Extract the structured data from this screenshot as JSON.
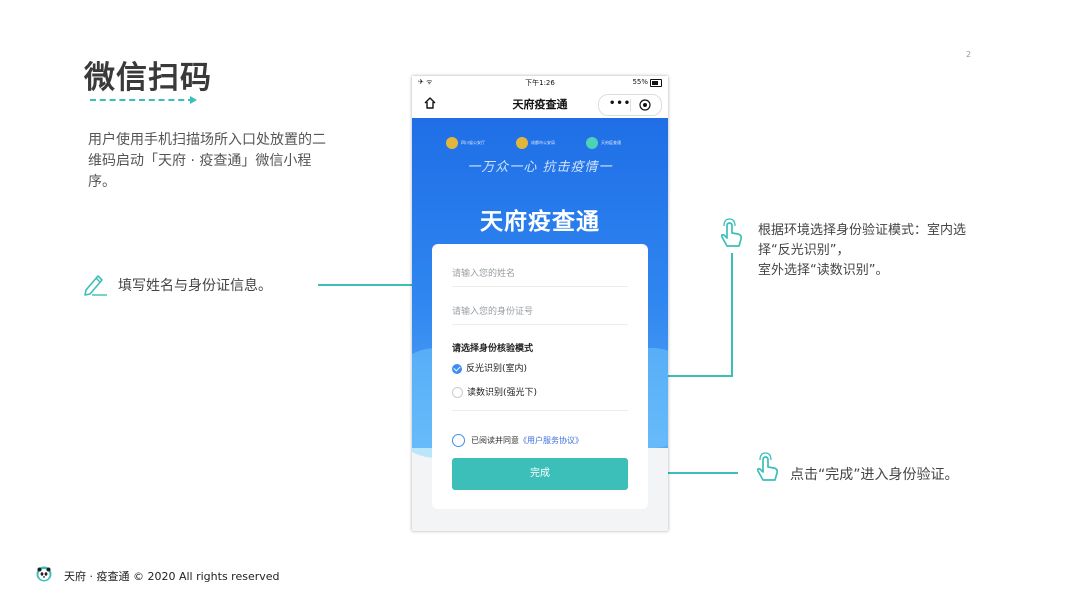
{
  "slide": {
    "title": "微信扫码",
    "page_number": "2",
    "intro": "用户使用手机扫描场所入口处放置的二维码启动「天府 · 疫查通」微信小程序。"
  },
  "annotations": {
    "fill_info": "填写姓名与身份证信息。",
    "mode_select_line1": "根据环境选择身份验证模式：室内选择“反光识别”，",
    "mode_select_line2": "室外选择“读数识别”。",
    "done_info": "点击“完成”进入身份验证。"
  },
  "phone": {
    "status_bar": {
      "signal": "✈ ᯤ",
      "time": "下午1:26",
      "battery": "55%"
    },
    "nav": {
      "title": "天府疫查通",
      "menu_dots": "•••"
    },
    "hero": {
      "badges": [
        "四川省公安厅",
        "成都市公安局",
        "天府疫查通"
      ],
      "slogan": "一万众一心 抗击疫情一",
      "title": "天府疫查通"
    },
    "form": {
      "name_placeholder": "请输入您的姓名",
      "id_placeholder": "请输入您的身份证号",
      "mode_title": "请选择身份核验模式",
      "option_1": "反光识别(室内)",
      "option_2": "读数识别(强光下)",
      "agree_text": "已阅读并同意",
      "agree_link": "《用户服务协议》",
      "done_button": "完成"
    }
  },
  "footer": {
    "text": "天府 · 疫查通 © 2020 All rights reserved"
  },
  "colors": {
    "accent": "#3bbfb8",
    "hero_blue": "#2f86f0",
    "link_blue": "#3d6fdc"
  }
}
